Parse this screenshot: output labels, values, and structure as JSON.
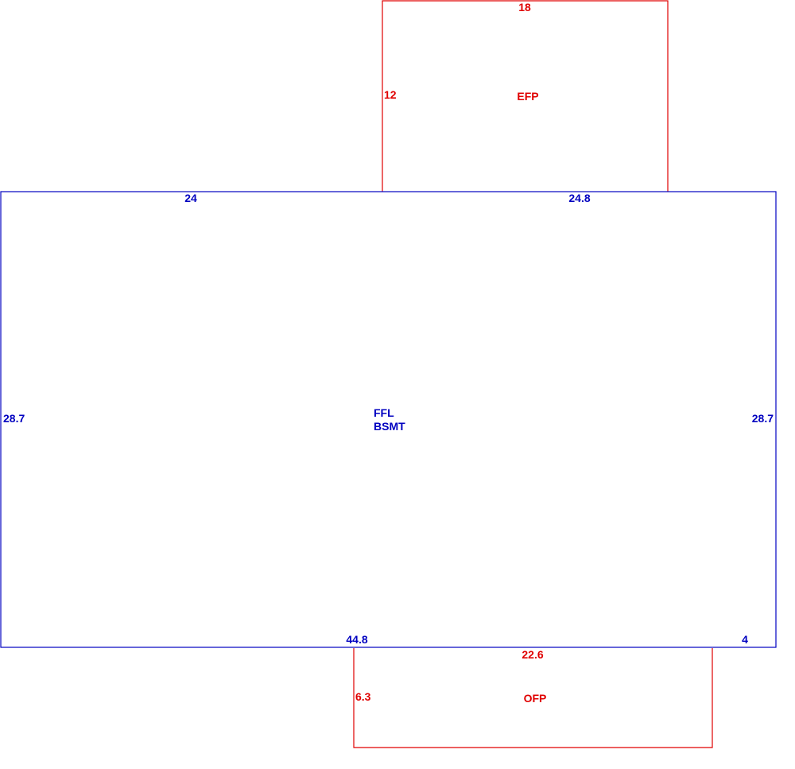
{
  "colors": {
    "main": "#0000c0",
    "addition": "#e00000",
    "background": "#ffffff"
  },
  "main_area": {
    "label_line1": "FFL",
    "label_line2": "BSMT",
    "dims": {
      "top_left": "24",
      "top_right": "24.8",
      "left": "28.7",
      "right": "28.7",
      "bottom_left": "44.8",
      "bottom_right": "4"
    }
  },
  "efp": {
    "label": "EFP",
    "dims": {
      "top": "18",
      "side": "12"
    }
  },
  "ofp": {
    "label": "OFP",
    "dims": {
      "top": "22.6",
      "side": "6.3"
    }
  }
}
